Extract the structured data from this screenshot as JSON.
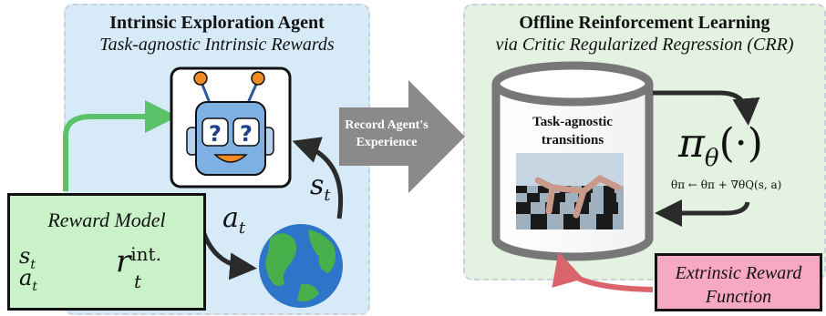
{
  "left_panel": {
    "title": "Intrinsic Exploration Agent",
    "subtitle": "Task-agnostic Intrinsic Rewards"
  },
  "right_panel": {
    "title": "Offline Reinforcement Learning",
    "subtitle": "via Critic Regularized Regression (CRR)"
  },
  "record_arrow": {
    "line1": "Record Agent's",
    "line2": "Experience"
  },
  "cylinder": {
    "label_line1": "Task-agnostic",
    "label_line2": "transitions"
  },
  "reward_model": {
    "title": "Reward Model",
    "s_input": "s",
    "s_sub": "t",
    "a_input": "a",
    "a_sub": "t",
    "r_output": "r",
    "r_sub": "t",
    "r_sup": "int."
  },
  "agent_loop": {
    "action": "a",
    "action_sub": "t",
    "state": "s",
    "state_sub": "t"
  },
  "policy": {
    "symbol": "π",
    "sub": "θ",
    "arg": "(·)",
    "update_rule": "θπ ← θπ + ∇θQ(s, a)"
  },
  "extrinsic": {
    "line1": "Extrinsic Reward",
    "line2": "Function"
  },
  "colors": {
    "left_panel_bg": "#d6eaf8",
    "right_panel_bg": "#e3f2e1",
    "reward_model_bg": "#c9f2c9",
    "extrinsic_bg": "#f7a8c4",
    "green_arrow": "#5bc26a",
    "red_arrow": "#d9646b",
    "record_arrow": "#8a8a8a"
  }
}
